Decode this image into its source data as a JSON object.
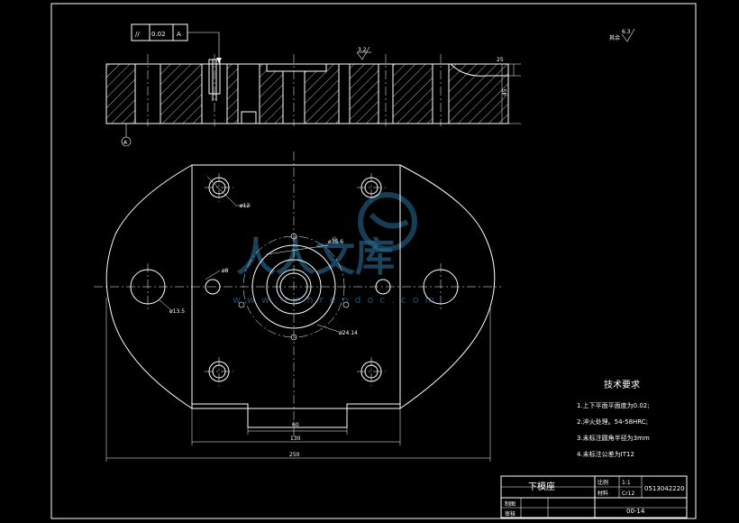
{
  "tolerance_frame": {
    "symbol": "//",
    "value": "0.02",
    "datum": "A"
  },
  "roughness": {
    "top": "3.2",
    "corner_label": "其余",
    "corner_value": "6.3"
  },
  "section_dims": {
    "step": "25",
    "height": "45"
  },
  "hole_labels": {
    "d12": "ø12",
    "d8": "ø8",
    "d13_5": "ø13.5",
    "d35_6": "ø35.6",
    "d24_14": "ø24.14"
  },
  "plan_dims": {
    "d60": "60",
    "d130": "130",
    "d250": "250"
  },
  "watermark": {
    "text": "人人文库",
    "url": "www.renrendoc.com"
  },
  "tech_req": {
    "title": "技术要求",
    "items": [
      "1.上下平面平面度为0.02;",
      "2.淬火处理。54-58HRC;",
      "3.未标注圆角半径为3mm",
      "4.未标注公差为IT12"
    ]
  },
  "title_block": {
    "part_name": "下模座",
    "drawn_label": "制图",
    "check_label": "审核",
    "scale_label": "比例",
    "scale_value": "1:1",
    "material_label": "材料",
    "material_value": "Cr12",
    "drawing_no": "0513042220",
    "sheet_code": "00-14"
  }
}
